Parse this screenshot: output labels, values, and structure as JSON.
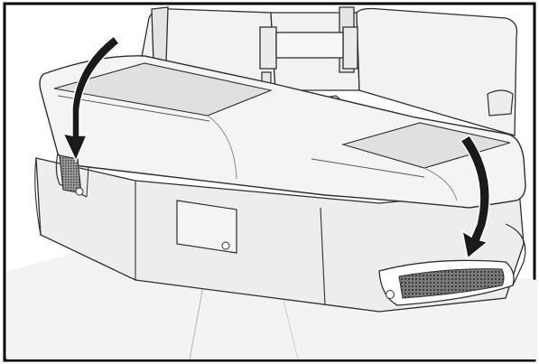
{
  "figure": {
    "subject": "rear-seat-cushion-illustration",
    "colors": {
      "background": "#ffffff",
      "frame": "#000000",
      "seat_light": "#f0f0f0",
      "seat_mid": "#e2e2e2",
      "seat_shadow": "#c9c9c9",
      "outline": "#2e2e2e",
      "arrow": "#1a1a1a",
      "grille": "#5a5a5a"
    },
    "arrows": [
      {
        "name": "left-arrow",
        "direction": "down-curve"
      },
      {
        "name": "right-arrow",
        "direction": "down-curve"
      }
    ]
  }
}
